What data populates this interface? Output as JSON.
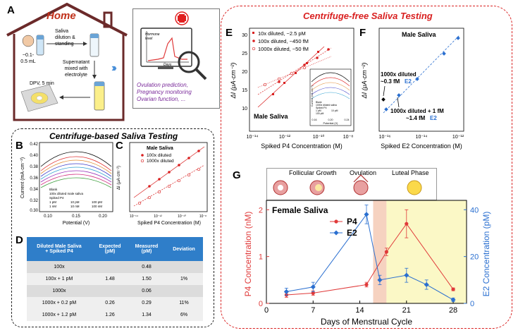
{
  "panel_labels": {
    "a": "A",
    "b": "B",
    "c": "C",
    "d": "D",
    "e": "E",
    "f": "F",
    "g": "G"
  },
  "panel_a": {
    "house_title": "Home",
    "volume": "~0.1-\n0.5 mL",
    "step1": "Saliva\ndilution &\nstanding",
    "step2": "Supernatant\nmixed with\nelectrolyte",
    "dpv": "DPV, 5 min",
    "monitor_label": "Hormone\nlevel",
    "monitor_axis": "Days",
    "outcomes": [
      "Ovulation prediction,",
      "Pregnancy monitoring",
      "Ovarian function, ..."
    ],
    "colors": {
      "house": "#6b2a2a",
      "outcome_text": "#7a2a9a",
      "arrow": "#4a90d9",
      "cross": "#e02020"
    }
  },
  "centrifuge_based_title": "Centrifuge-based Saliva Testing",
  "centrifuge_free_title": "Centrifuge-free Saliva Testing",
  "panel_b": {
    "ylabel": "Current (mA·cm⁻²)",
    "xlabel": "Potential (V)",
    "yticks": [
      "0.42",
      "0.40",
      "0.38",
      "0.36",
      "0.34",
      "0.32",
      "0.30"
    ],
    "xticks": [
      "0.10",
      "0.15",
      "0.20"
    ],
    "legend": [
      "Blank",
      "100x diluted male saliva",
      "Spiked P4",
      "1 pM",
      "10 pM",
      "100 pM",
      "1 nM",
      "10 nM",
      "100 nM"
    ],
    "colors": [
      "#000000",
      "#e03030",
      "#e08a30",
      "#3c3cc8",
      "#30a0d0",
      "#9a30b8",
      "#d23080",
      "#40a040"
    ]
  },
  "panel_c": {
    "title": "Male Saliva",
    "series": [
      "100x diluted",
      "1000x diluted"
    ],
    "ylabel": "ΔI (μA·cm⁻²)",
    "xlabel": "Spiked P4 Concentration (M)",
    "xticks": [
      "10⁻¹⁴",
      "10⁻¹²",
      "10⁻¹⁰",
      "10⁻⁸"
    ]
  },
  "panel_d": {
    "headers": [
      "Diluted Male Saliva\n+ Spiked P4",
      "Expected\n(pM)",
      "Measured\n(pM)",
      "Deviation"
    ],
    "rows": [
      [
        "100x",
        "",
        "0.48",
        ""
      ],
      [
        "100x + 1 pM",
        "1.48",
        "1.50",
        "1%"
      ],
      [
        "1000x",
        "",
        "0.06",
        ""
      ],
      [
        "1000x + 0.2 pM",
        "0.26",
        "0.29",
        "11%"
      ],
      [
        "1000x + 1.2 pM",
        "1.26",
        "1.34",
        "6%"
      ]
    ]
  },
  "panel_e": {
    "legend": [
      "10x diluted, ~2.5 pM",
      "100x diluted, ~450 fM",
      "1000x diluted, ~50 fM"
    ],
    "title": "Male Saliva",
    "ylabel": "ΔI (μA·cm⁻²)",
    "xlabel": "Spiked P4 Concentration (M)",
    "xticks": [
      "10⁻¹⁴",
      "10⁻¹²",
      "10⁻¹⁰",
      "10⁻⁸"
    ],
    "yticks": [
      "10",
      "15",
      "20",
      "25",
      "30"
    ],
    "inset": {
      "ylabel": "Current (mA·cm⁻²)",
      "xlabel": "Potential (V)",
      "xticks": [
        "0.16",
        "0.20",
        "0.24"
      ],
      "legend": [
        "Blank",
        "1000x diluted saliva",
        "Spiked P4",
        "1 pM",
        "10 pM",
        "100 pM"
      ]
    }
  },
  "panel_f": {
    "title": "Male Saliva",
    "ylabel": "ΔI (μA·cm⁻²)",
    "xlabel": "Spiked E2 Concentration (M)",
    "xticks": [
      "10⁻¹⁶",
      "10⁻¹⁴",
      "10⁻¹²"
    ],
    "annot1_a": "1000x diluted",
    "annot1_b": "~0.3 fM",
    "annot1_c": "E2",
    "annot2_a": "1000x diluted + 1 fM",
    "annot2_b": "~1.4 fM",
    "annot2_c": "E2"
  },
  "panel_g": {
    "phases": [
      "Follicular Growth",
      "Ovulation",
      "Luteal Phase"
    ],
    "title": "Female Saliva",
    "xlabel": "Days of Menstrual Cycle",
    "ylabel_left": "P4 Concentration (nM)",
    "ylabel_right": "E2 Concentration (pM)",
    "xticks": [
      "0",
      "7",
      "14",
      "21",
      "28"
    ],
    "yticks_left": [
      "0",
      "1",
      "2"
    ],
    "yticks_right": [
      "0",
      "20",
      "40"
    ],
    "colors": {
      "p4": "#e03a3a",
      "e2": "#2a6fd0",
      "ovulation_band": "#f6d2c0",
      "luteal_band": "#fbf8c6"
    }
  },
  "chart_data": {
    "type": "line",
    "title": "Female Saliva",
    "xlabel": "Days of Menstrual Cycle",
    "x_range": [
      0,
      30
    ],
    "series": [
      {
        "name": "P4",
        "axis": "left",
        "unit": "nM",
        "x": [
          3,
          7,
          15,
          18,
          21,
          28
        ],
        "values": [
          0.18,
          0.22,
          0.4,
          1.1,
          1.7,
          0.3
        ]
      },
      {
        "name": "E2",
        "axis": "right",
        "unit": "pM",
        "x": [
          3,
          7,
          15,
          17,
          21,
          24,
          28
        ],
        "values": [
          5,
          7,
          38,
          10,
          12,
          8,
          1.5
        ]
      }
    ],
    "ylim_left": [
      0,
      2.2
    ],
    "ylim_right": [
      0,
      44
    ],
    "ylabel_left": "P4 Concentration (nM)",
    "ylabel_right": "E2 Concentration (pM)"
  }
}
